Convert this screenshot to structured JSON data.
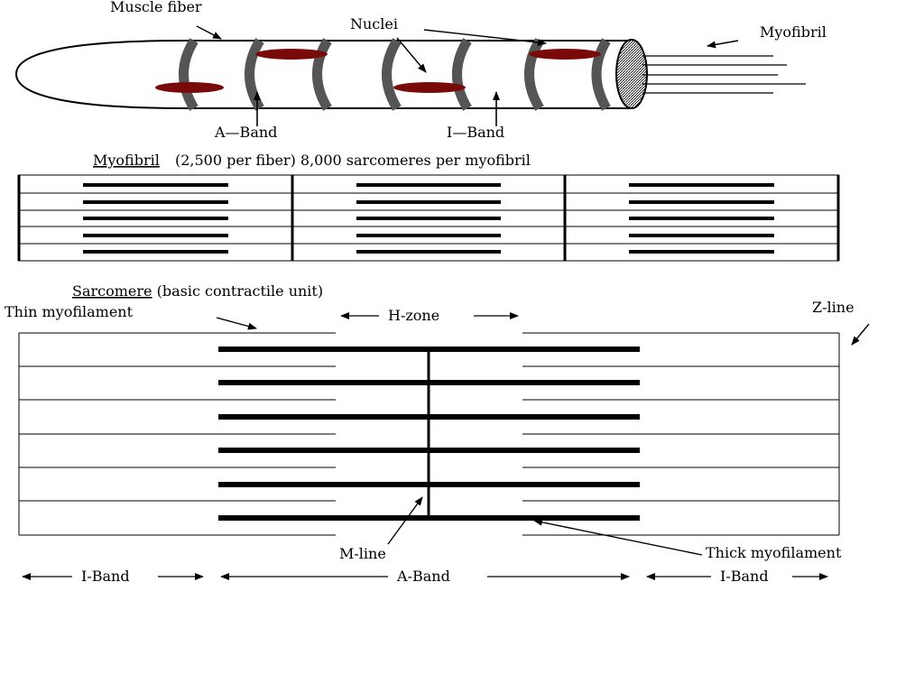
{
  "fiber": {
    "muscle_fiber_label": "Muscle fiber",
    "nuclei_label": "Nuclei",
    "myofibril_label": "Myofibril",
    "a_band_label": "A—Band",
    "i_band_label": "I—Band",
    "band_color": "#555555",
    "nucleus_color": "#7a0a0a"
  },
  "myofibril_section": {
    "title": "Myofibril",
    "subtitle": "(2,500 per fiber)  8,000 sarcomeres per myofibril"
  },
  "sarcomere": {
    "title": "Sarcomere",
    "subtitle": "(basic contractile unit)",
    "thin_label": "Thin myofilament",
    "h_zone_label": "H-zone",
    "z_line_label": "Z-line",
    "m_line_label": "M-line",
    "thick_label": "Thick myofilament",
    "left_i_band": "I-Band",
    "a_band": "A-Band",
    "right_i_band": "I-Band"
  }
}
